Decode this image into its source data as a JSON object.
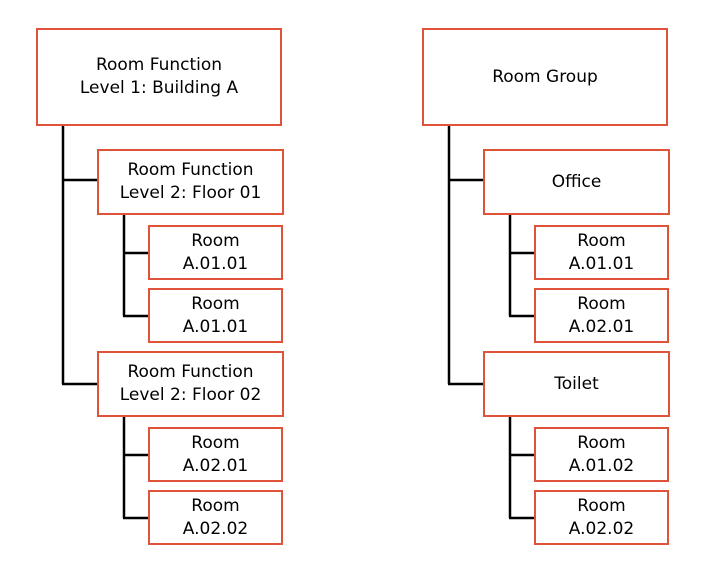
{
  "colors": {
    "box_border": "#e0533a",
    "connector": "#000000",
    "text": "#000000",
    "background": "#ffffff"
  },
  "left_tree": {
    "root": {
      "line1": "Room Function",
      "line2": "Level 1: Building A"
    },
    "floor01": {
      "line1": "Room Function",
      "line2": "Level 2: Floor 01"
    },
    "floor01_rooms": [
      {
        "line1": "Room",
        "line2": "A.01.01"
      },
      {
        "line1": "Room",
        "line2": "A.01.01"
      }
    ],
    "floor02": {
      "line1": "Room Function",
      "line2": "Level 2: Floor 02"
    },
    "floor02_rooms": [
      {
        "line1": "Room",
        "line2": "A.02.01"
      },
      {
        "line1": "Room",
        "line2": "A.02.02"
      }
    ]
  },
  "right_tree": {
    "root": {
      "line1": "Room Group"
    },
    "office": {
      "line1": "Office"
    },
    "office_rooms": [
      {
        "line1": "Room",
        "line2": "A.01.01"
      },
      {
        "line1": "Room",
        "line2": "A.02.01"
      }
    ],
    "toilet": {
      "line1": "Toilet"
    },
    "toilet_rooms": [
      {
        "line1": "Room",
        "line2": "A.01.02"
      },
      {
        "line1": "Room",
        "line2": "A.02.02"
      }
    ]
  }
}
